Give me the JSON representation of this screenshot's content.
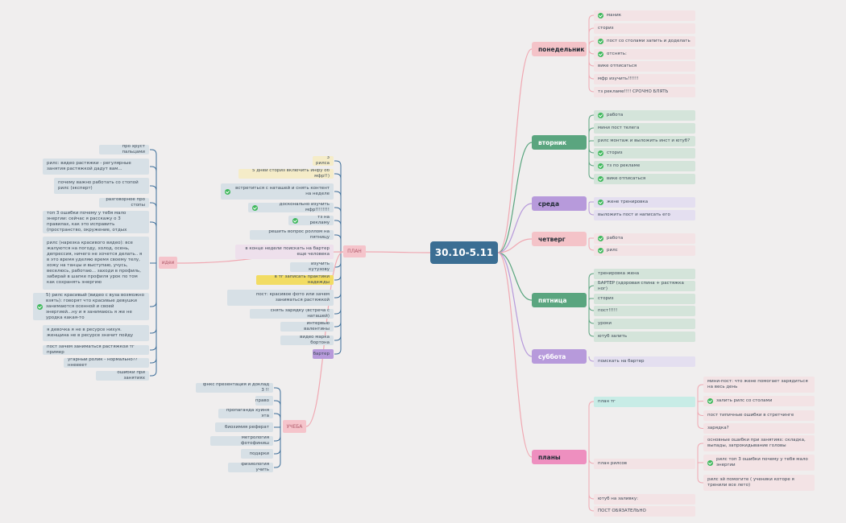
{
  "root": "30.10-5.11",
  "days": [
    {
      "label": "понедельник",
      "items": [
        {
          "text": "маник",
          "checked": true
        },
        {
          "text": "сториз",
          "checked": false
        },
        {
          "text": "пост со столами запить и доделать",
          "checked": true
        },
        {
          "text": "отснять:",
          "checked": true
        },
        {
          "text": "вике отписаться",
          "checked": false
        },
        {
          "text": "мфр изучить!!!!!!",
          "checked": false
        },
        {
          "text": "тз рекламе!!!! СРОЧНО БЛЯТЬ",
          "checked": false
        }
      ]
    },
    {
      "label": "вторник",
      "items": [
        {
          "text": "работа",
          "checked": true
        },
        {
          "text": "мини пост телега",
          "checked": false
        },
        {
          "text": "рилс монтаж и выложить инст и ютуб?",
          "checked": false
        },
        {
          "text": "сториз",
          "checked": true
        },
        {
          "text": "тз по рекламе",
          "checked": true
        },
        {
          "text": "вике отписаться",
          "checked": true
        }
      ]
    },
    {
      "label": "среда",
      "items": [
        {
          "text": "жене тренировка",
          "checked": true
        },
        {
          "text": "выложить пост и написать его",
          "checked": false
        }
      ]
    },
    {
      "label": "четверг",
      "items": [
        {
          "text": "работа",
          "checked": true
        },
        {
          "text": "рилс",
          "checked": true
        }
      ]
    },
    {
      "label": "пятница",
      "items": [
        {
          "text": "тренировка жена",
          "checked": false
        },
        {
          "text": "БАРТЕР (здоровая спина + растяжка ног)",
          "checked": false
        },
        {
          "text": "сториз",
          "checked": false
        },
        {
          "text": "пост!!!!!",
          "checked": false
        },
        {
          "text": "уроки",
          "checked": false
        },
        {
          "text": "ютуб залить",
          "checked": false
        }
      ]
    },
    {
      "label": "суббота",
      "items": [
        {
          "text": "поискать на бартер",
          "checked": false
        }
      ]
    }
  ],
  "plans": {
    "label": "планы",
    "tg": {
      "label": "план тг",
      "items": [
        {
          "text": "мини-пост: что жене помогает зарядиться на весь день",
          "checked": false
        },
        {
          "text": "залить рилс со столами",
          "checked": true
        },
        {
          "text": "пост типичные ошибки в стретчинге",
          "checked": false
        },
        {
          "text": "зарядка?",
          "checked": false
        }
      ]
    },
    "reels": {
      "label": "план рилсов",
      "items": [
        {
          "text": "основные ошибки при занятиях: складка, выпады, запрокидывание головы",
          "checked": false
        },
        {
          "text": "рилс топ 3 ошибки почему у тебя мало энергии",
          "checked": true
        },
        {
          "text": "рилс эй помогите ( ученики которе я тренили все лето)",
          "checked": false
        }
      ]
    },
    "others": [
      {
        "text": "ютуб на заливку:",
        "checked": false
      },
      {
        "text": "ПОСТ ОБЯЗАТЕЛЬНО",
        "checked": false
      }
    ]
  },
  "plan": {
    "label": "ПЛАН",
    "items": [
      {
        "text": "3 рилса",
        "checked": false
      },
      {
        "text": "5 дней сториз включить инфу об мфр!!)",
        "checked": false
      },
      {
        "text": "встретиться с наташей и снять контент на неделе",
        "checked": true
      },
      {
        "text": "досконально изучить мфр!!!!!!!!",
        "checked": true
      },
      {
        "text": "тз на рекламу",
        "checked": true
      },
      {
        "text": "решить вопрос роллом на пятницу",
        "checked": false
      },
      {
        "text": "в конце недели поискать на бартер еще человека",
        "checked": false
      },
      {
        "text": "изучить кутузову",
        "checked": false
      },
      {
        "text": "в тг записать практики надежды",
        "checked": false
      },
      {
        "text": "пост: красивое фото или зачем заниматься растяжкой",
        "checked": false
      },
      {
        "text": "снять зарядку (встреча с наташей)",
        "checked": false
      },
      {
        "text": "интервью валентины",
        "checked": false
      },
      {
        "text": "видео марка бортона",
        "checked": false
      },
      {
        "text": "бартер",
        "checked": false
      }
    ]
  },
  "ideas": {
    "label": "идеи",
    "items": [
      {
        "text": "про хруст пальцами",
        "checked": false
      },
      {
        "text": "рилс: видео растяжки - регулярные занятия растяжкой дадут вам...",
        "checked": false
      },
      {
        "text": "почему важно работать со стопой рилс (эксперт)",
        "checked": false
      },
      {
        "text": "разговорное про  стопы",
        "checked": false
      },
      {
        "text": "топ 3 ошибки  почему у тебя мало энергии: сейчас я расскажу о 3 правилах, как это исправить (пространство, окружение, отдых",
        "checked": false
      },
      {
        "text": "рилс (нарезка красивого видео): все жалуются на погоду, холод, осень, депрессия, ничего не хочется делать.. я в это время уделяю время своему телу, хожу на танцы и выступаю, учусь, веселюсь, работаю... заходи в профиль, забирай в шапке профиля урок по том как сохранять энергию",
        "checked": false
      },
      {
        "text": "5) рилс красивый (видео с вуза возможно взять): говорят что красивые девушки занимаются осенной и своей энергией...ну и я занимаюсь я же не уродка какая-то",
        "checked": true
      },
      {
        "text": "я девочка я не в ресурсе нихуя. женщина не в ресурсе значит пойду",
        "checked": false
      },
      {
        "text": "пост зачем заниматься растяжкой тг пример",
        "checked": false
      },
      {
        "text": "угарный ролик - нормально??ннеееет",
        "checked": false
      },
      {
        "text": "ошибки при занятиях",
        "checked": false
      }
    ]
  },
  "study": {
    "label": "УЧЕБА",
    "items": [
      {
        "text": "фнкс презентация и доклад 3 !!",
        "checked": false
      },
      {
        "text": "право",
        "checked": false
      },
      {
        "text": "пропаганда хуйня эта",
        "checked": false
      },
      {
        "text": "биохимия реферат",
        "checked": false
      },
      {
        "text": "метрология фотофиниш",
        "checked": false
      },
      {
        "text": "подарки",
        "checked": false
      },
      {
        "text": "физиология учить",
        "checked": false
      }
    ]
  },
  "colors": {
    "root": "#3b6e93",
    "monday": "#f4c3c8",
    "tuesday": "#5aa57f",
    "wednesday": "#b79adb",
    "thursday": "#f4c3c8",
    "friday": "#5aa57f",
    "saturday": "#b79adb",
    "plans": "#ee8fbf",
    "plan_tag": "#f5c4cb",
    "ideas_tag": "#f5c4cb",
    "check": "#3fb85c"
  }
}
